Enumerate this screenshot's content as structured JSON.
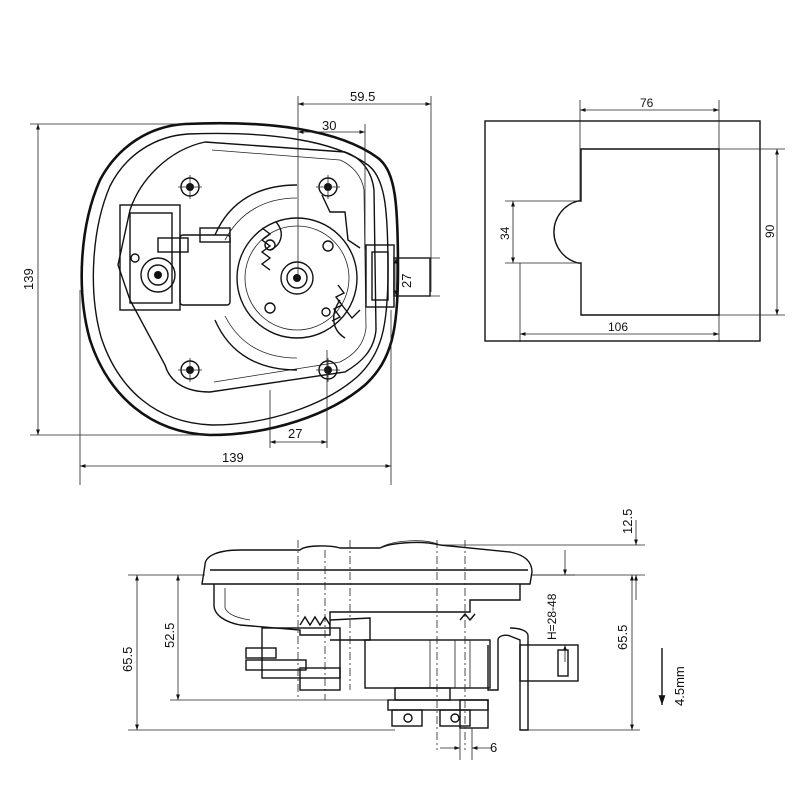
{
  "dimensions": {
    "top_view": {
      "w59_5": "59.5",
      "w30": "30",
      "h139": "139",
      "h27_side": "27",
      "w27_bottom": "27",
      "w139": "139"
    },
    "cutout_view": {
      "w76": "76",
      "h34": "34",
      "h90": "90",
      "w106": "106"
    },
    "side_view": {
      "h12_5": "12.5",
      "h65_5_left": "65.5",
      "h52_5": "52.5",
      "h_range": "H=28-48",
      "h65_5_right": "65.5",
      "travel": "4.5mm",
      "w6": "6"
    }
  },
  "colors": {
    "line": "#111111",
    "background": "#ffffff"
  }
}
